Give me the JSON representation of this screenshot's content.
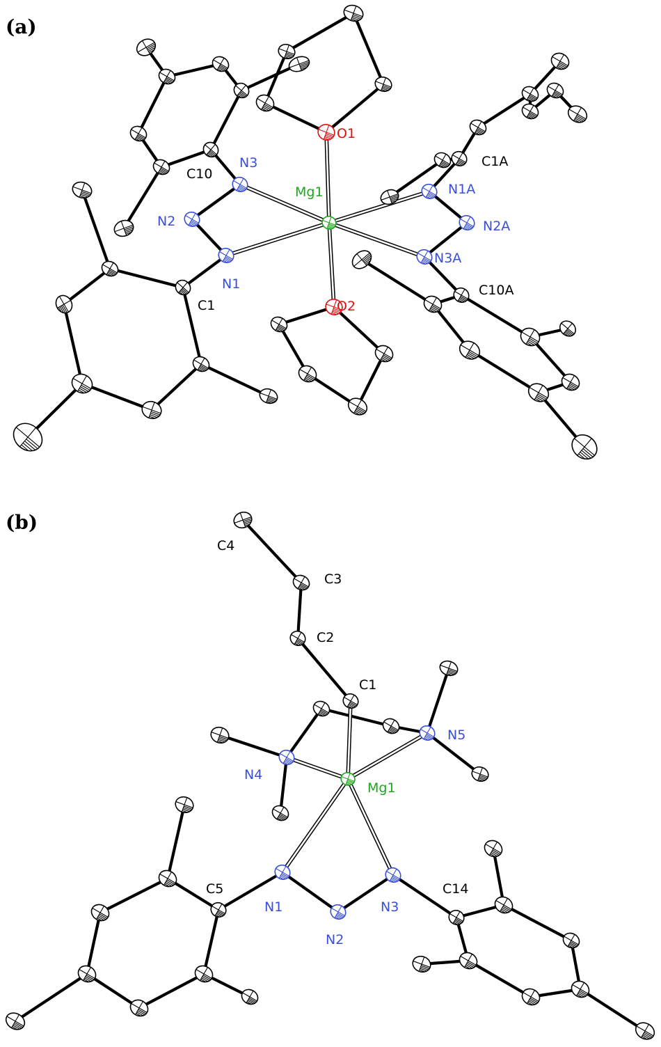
{
  "panels": [
    {
      "label": "(a)",
      "atom_labels": [
        {
          "id": "O1",
          "text": "O1",
          "element": "O"
        },
        {
          "id": "O2",
          "text": "O2",
          "element": "O"
        },
        {
          "id": "Mg1",
          "text": "Mg1",
          "element": "Mg"
        },
        {
          "id": "N1",
          "text": "N1",
          "element": "N"
        },
        {
          "id": "N2",
          "text": "N2",
          "element": "N"
        },
        {
          "id": "N3",
          "text": "N3",
          "element": "N"
        },
        {
          "id": "N1A",
          "text": "N1A",
          "element": "N"
        },
        {
          "id": "N2A",
          "text": "N2A",
          "element": "N"
        },
        {
          "id": "N3A",
          "text": "N3A",
          "element": "N"
        },
        {
          "id": "C1",
          "text": "C1",
          "element": "C"
        },
        {
          "id": "C10",
          "text": "C10",
          "element": "C"
        },
        {
          "id": "C1A",
          "text": "C1A",
          "element": "C"
        },
        {
          "id": "C10A",
          "text": "C10A",
          "element": "C"
        }
      ]
    },
    {
      "label": "(b)",
      "atom_labels": [
        {
          "id": "C4",
          "text": "C4",
          "element": "C"
        },
        {
          "id": "C3",
          "text": "C3",
          "element": "C"
        },
        {
          "id": "C2",
          "text": "C2",
          "element": "C"
        },
        {
          "id": "C1",
          "text": "C1",
          "element": "C"
        },
        {
          "id": "N5",
          "text": "N5",
          "element": "N"
        },
        {
          "id": "N4",
          "text": "N4",
          "element": "N"
        },
        {
          "id": "Mg1",
          "text": "Mg1",
          "element": "Mg"
        },
        {
          "id": "C5",
          "text": "C5",
          "element": "C"
        },
        {
          "id": "N1",
          "text": "N1",
          "element": "N"
        },
        {
          "id": "N3",
          "text": "N3",
          "element": "N"
        },
        {
          "id": "C14",
          "text": "C14",
          "element": "C"
        },
        {
          "id": "N2",
          "text": "N2",
          "element": "N"
        }
      ]
    }
  ],
  "element_colors": {
    "C": "#000000",
    "N": "#3a4fd8",
    "O": "#e01010",
    "Mg": "#1fa51f"
  }
}
